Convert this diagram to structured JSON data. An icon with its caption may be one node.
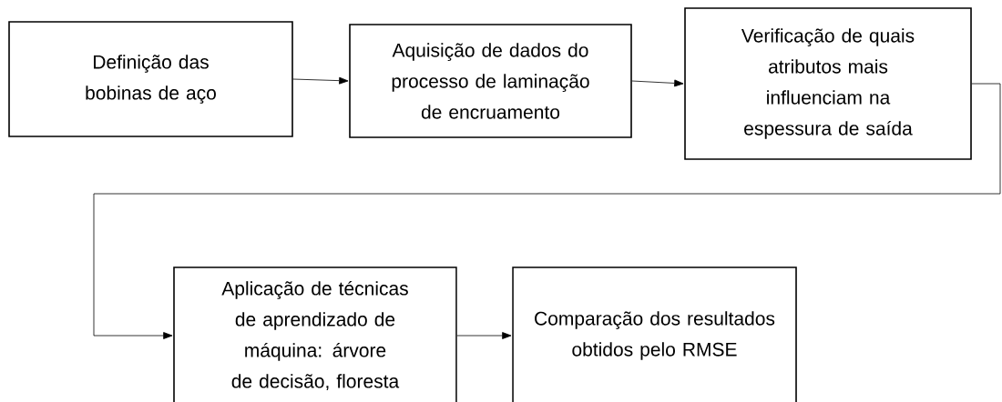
{
  "diagram": {
    "nodes": [
      {
        "text": [
          "Definição das bobinas de aço"
        ]
      },
      {
        "text": [
          "Aquisição de dados do processo de laminação de encruamento"
        ]
      },
      {
        "text": [
          "Verificação de quais atributos mais influenciam na espessura de saída"
        ]
      },
      {
        "text": [
          "Aplicação de técnicas de aprendizado de máquina: árvore de decisão, floresta"
        ]
      },
      {
        "text": [
          "Comparação dos resultados obtidos pelo RMSE"
        ]
      }
    ],
    "edges": [
      {
        "from": 0,
        "to": 1,
        "arrow": "to"
      },
      {
        "from": 1,
        "to": 2,
        "arrow": "to"
      },
      {
        "from": 2,
        "to": 3,
        "arrow": "to"
      },
      {
        "from": 3,
        "to": 4,
        "arrow": "to"
      }
    ]
  }
}
